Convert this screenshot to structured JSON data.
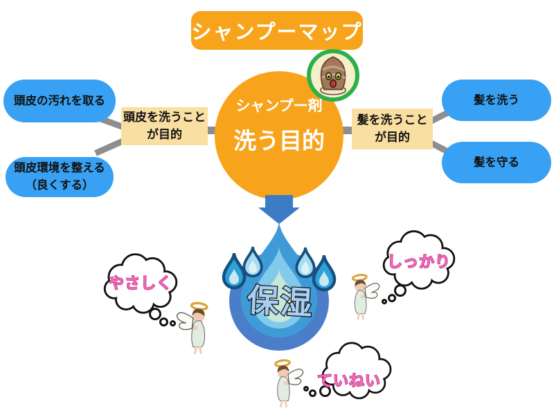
{
  "title": "シャンプーマップ",
  "center": {
    "subtitle": "シャンプー剤",
    "title": "洗う目的"
  },
  "left_branch": {
    "purpose_line1": "頭皮を洗うこと",
    "purpose_line2": "が目的",
    "item1": "頭皮の汚れを取る",
    "item2_line1": "頭皮環境を整える",
    "item2_line2": "（良くする）"
  },
  "right_branch": {
    "purpose_line1": "髪を洗うこと",
    "purpose_line2": "が目的",
    "item1": "髪を洗う",
    "item2": "髪を守る"
  },
  "moisture_label": "保湿",
  "thoughts": {
    "left": "やさしく",
    "right": "しっかり",
    "bottom": "ていねい"
  },
  "icons": {
    "avatar": "shampoo-character-icon",
    "arrow": "down-arrow-icon",
    "drops": "water-drops-icon",
    "angels": "angel-icon",
    "clouds": "thought-bubble"
  },
  "colors": {
    "orange": "#f7a41c",
    "blue": "#38a1f3",
    "cream": "#fadfa3",
    "connector_gray": "#8e8e8e",
    "arrow_blue": "#3c7cc4",
    "drop_navy": "#15507e",
    "drop_blue": "#3f9bd8",
    "drop_circle": "#4a7ec8",
    "pink": "#f06eb4",
    "moisture_blue": "#a8cff2",
    "avatar_ring_green": "#2db04c"
  }
}
